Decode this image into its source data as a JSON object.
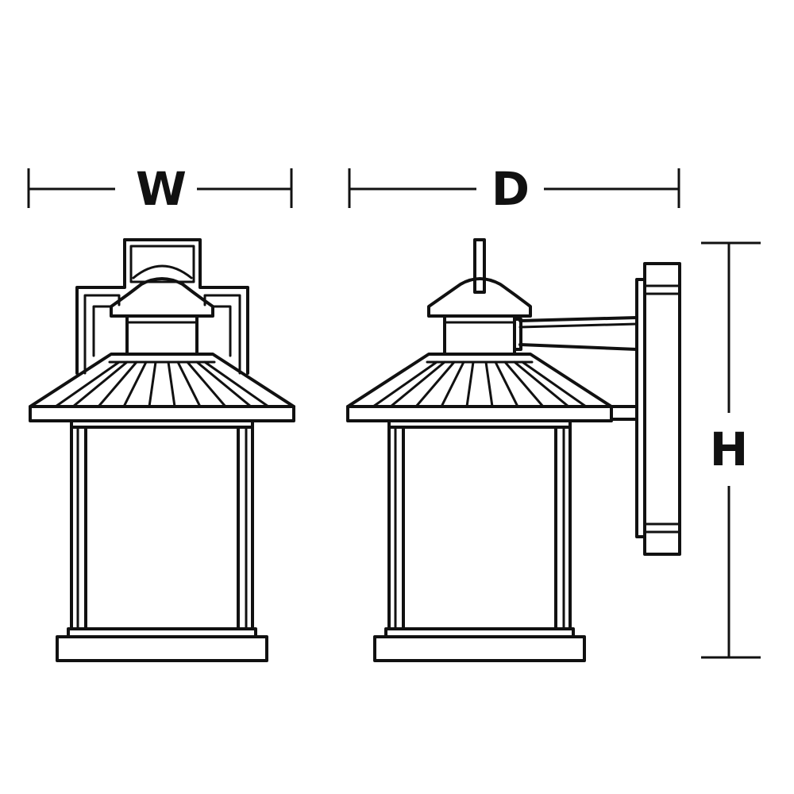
{
  "dimensions": {
    "width_label": "W",
    "depth_label": "D",
    "height_label": "H"
  },
  "views": {
    "front": "front-view",
    "side": "side-view"
  },
  "colors": {
    "line": "#111111",
    "background": "#ffffff"
  }
}
